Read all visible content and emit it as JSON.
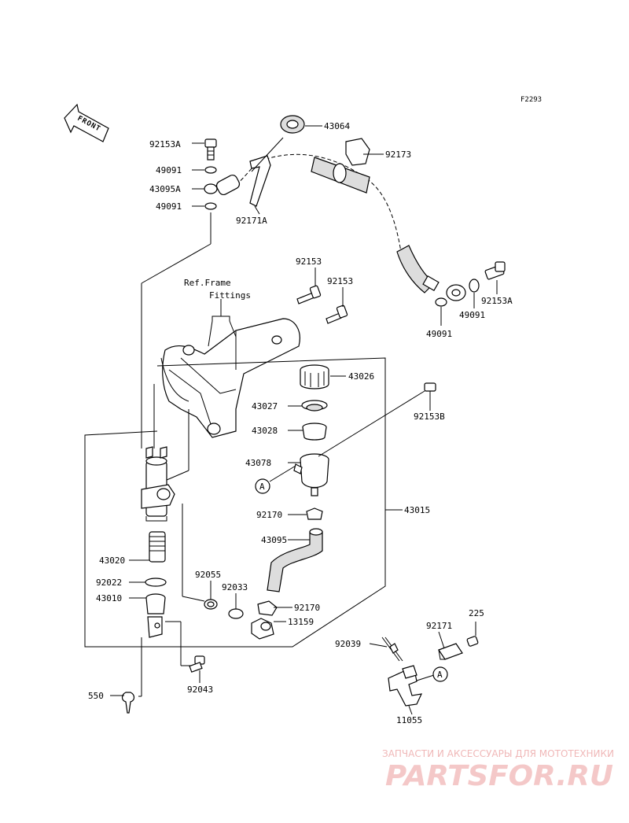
{
  "diagram_code": "F2293",
  "front_label": "FRONT",
  "ref_note": [
    "Ref.Frame",
    "Fittings"
  ],
  "callout_letter": "A",
  "parts": {
    "p43064": "43064",
    "p92153A_top": "92153A",
    "p92173": "92173",
    "p49091_a": "49091",
    "p43095A": "43095A",
    "p49091_b": "49091",
    "p92171A": "92171A",
    "p92153_a": "92153",
    "p92153_b": "92153",
    "p92153A_right": "92153A",
    "p49091_c": "49091",
    "p49091_d": "49091",
    "p43026": "43026",
    "p92153B": "92153B",
    "p43027": "43027",
    "p43028": "43028",
    "p43078": "43078",
    "p43015": "43015",
    "p92170_a": "92170",
    "p43095": "43095",
    "p43020": "43020",
    "p92055": "92055",
    "p92033": "92033",
    "p92022": "92022",
    "p92170_b": "92170",
    "p43010": "43010",
    "p13159": "13159",
    "p225": "225",
    "p92171": "92171",
    "p92039": "92039",
    "p92043": "92043",
    "p550": "550",
    "p11055": "11055"
  },
  "watermark": {
    "tagline": "ЗАПЧАСТИ И АКСЕССУАРЫ ДЛЯ МОТОТЕХНИКИ",
    "brand": "PARTSFOR.RU"
  }
}
